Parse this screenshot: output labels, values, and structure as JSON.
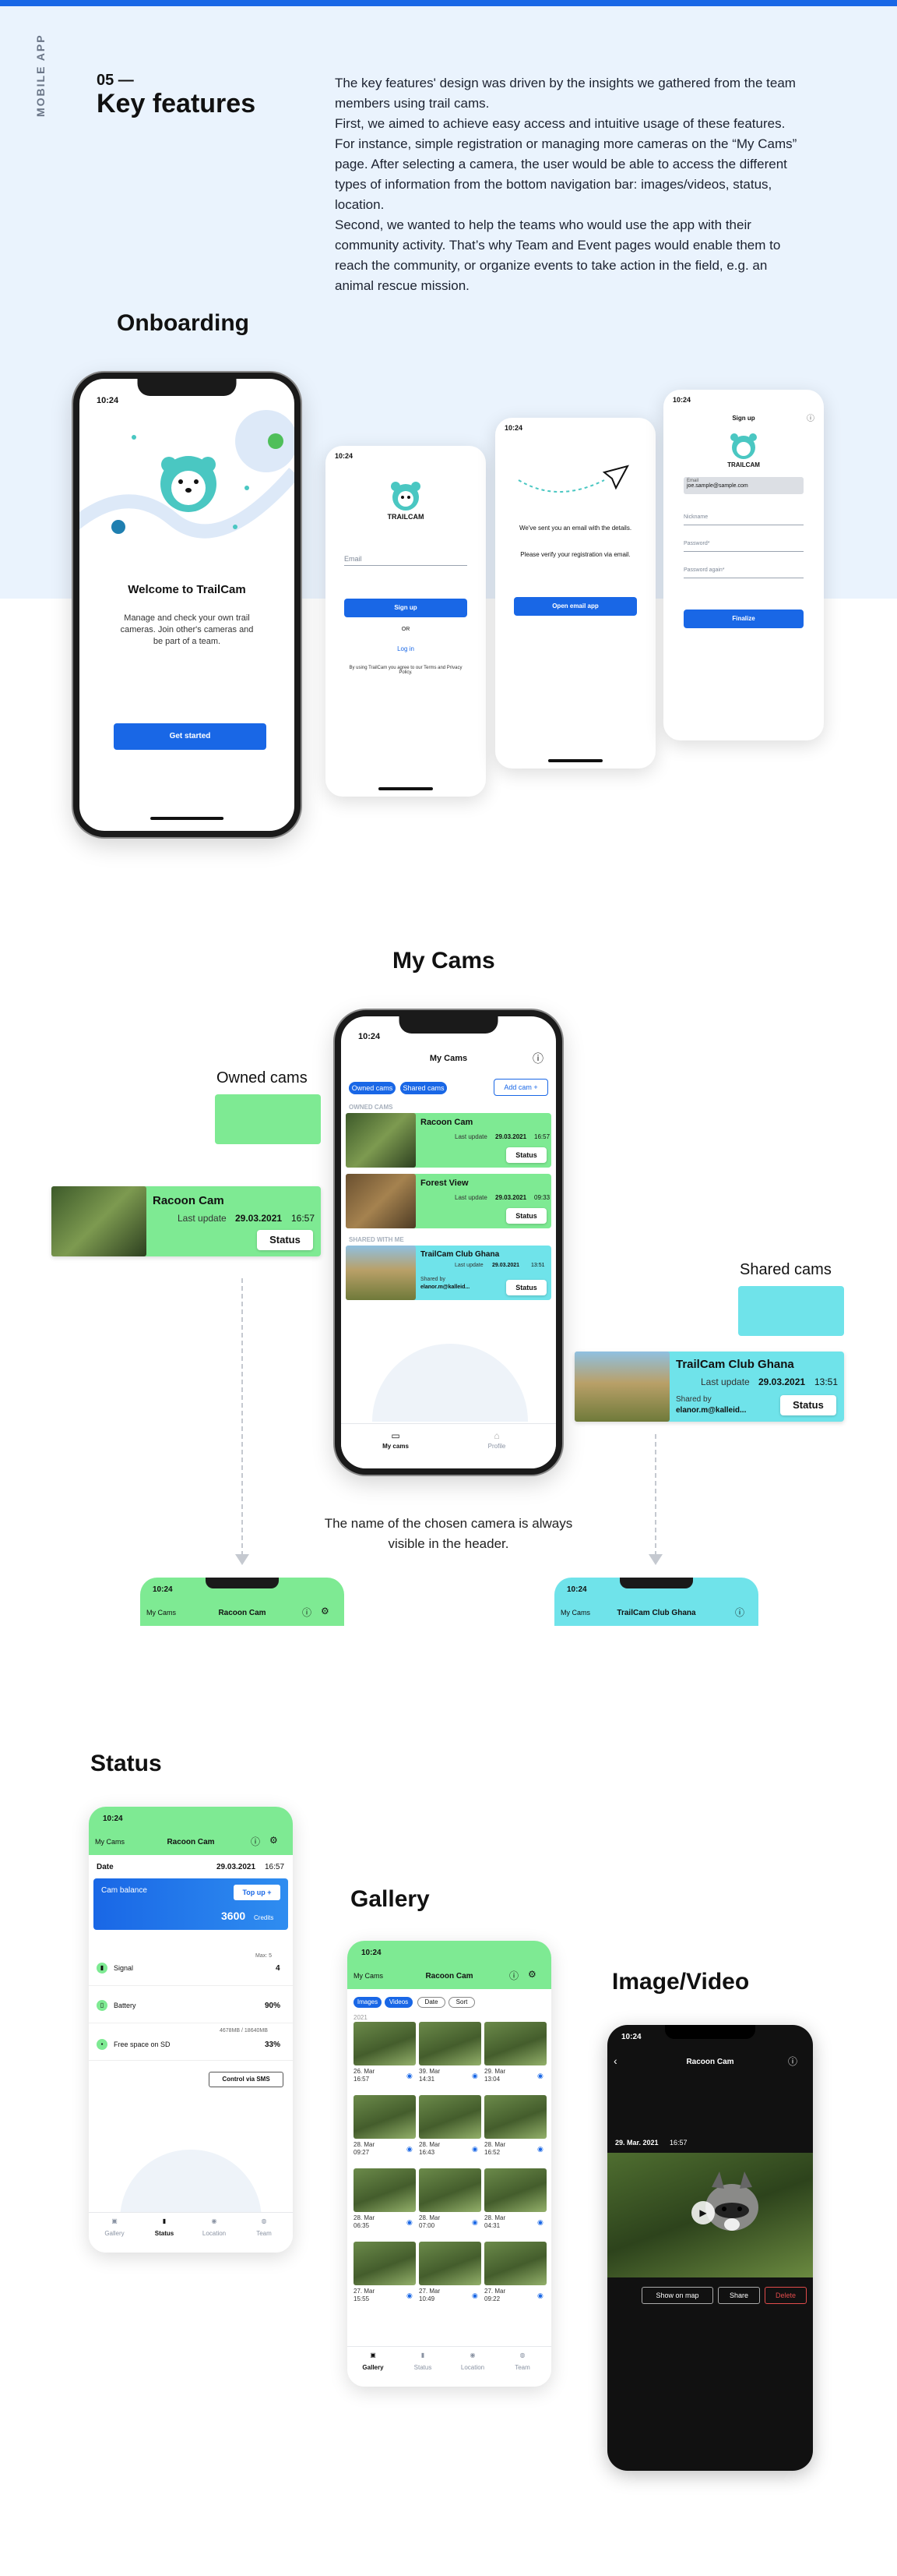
{
  "header": {
    "vertical_label": "MOBILE APP",
    "section_number": "05 —",
    "section_title": "Key features",
    "intro": "The key features' design was driven by the insights we gathered from the team members using trail cams.\nFirst, we aimed to achieve easy access and intuitive usage of these features. For instance, simple registration or managing more cameras on the “My Cams” page. After selecting a camera, the user would be able to access the different types of information from the bottom navigation bar: images/videos, status, location.\nSecond, we wanted to help the teams who would use the app with their community activity. That’s why Team and Event pages would enable them to reach the community, or organize events to take action in the field, e.g. an animal rescue mission."
  },
  "onboarding": {
    "title": "Onboarding",
    "time": "10:24",
    "welcome_title": "Welcome to TrailCam",
    "welcome_text": "Manage and check your own trail cameras. Join other's cameras and be part of a team.",
    "get_started": "Get started",
    "logo_text": "TRAILCAM",
    "email_placeholder": "Email",
    "signup": "Sign up",
    "or": "OR",
    "login": "Log in",
    "terms": "By using TrailCam you agree to our Terms and Privacy Policy.",
    "sent_text": "We've sent you an email with the details.",
    "verify_text": "Please verify your registration via email.",
    "open_email": "Open email app",
    "signup_title": "Sign up",
    "email_label": "Email",
    "email_value": "joe.sample@sample.com",
    "nickname": "Nickname",
    "password": "Password*",
    "password_again": "Password again*",
    "finalize": "Finalize"
  },
  "mycams": {
    "title": "My Cams",
    "time": "10:24",
    "screen_title": "My Cams",
    "owned_tab": "Owned cams",
    "shared_tab": "Shared cams",
    "add_cam": "Add cam +",
    "owned_header": "OWNED CAMS",
    "shared_header": "SHARED WITH ME",
    "cams": [
      {
        "name": "Racoon Cam",
        "label": "Last update",
        "date": "29.03.2021",
        "time": "16:57",
        "btn": "Status"
      },
      {
        "name": "Forest View",
        "label": "Last update",
        "date": "29.03.2021",
        "time": "09:33",
        "btn": "Status"
      },
      {
        "name": "TrailCam Club Ghana",
        "label": "Last update",
        "date": "29.03.2021",
        "time": "13:51",
        "shared": "Shared by",
        "shared_by": "elanor.m@kalleid...",
        "btn": "Status"
      }
    ],
    "nav": [
      "My cams",
      "Profile"
    ],
    "owned_label": "Owned cams",
    "shared_label": "Shared cams",
    "zoom_owned": {
      "name": "Racoon Cam",
      "label": "Last update",
      "date": "29.03.2021",
      "time": "16:57",
      "btn": "Status"
    },
    "zoom_shared": {
      "name": "TrailCam Club Ghana",
      "label": "Last update",
      "date": "29.03.2021",
      "time": "13:51",
      "shared": "Shared by",
      "shared_by": "elanor.m@kalleid...",
      "btn": "Status"
    },
    "caption": "The name of the chosen camera is always visible in the header.",
    "header_left": {
      "time": "10:24",
      "back": "My Cams",
      "title": "Racoon Cam"
    },
    "header_right": {
      "time": "10:24",
      "back": "My Cams",
      "title": "TrailCam Club Ghana"
    }
  },
  "status": {
    "title": "Status",
    "time": "10:24",
    "back": "My Cams",
    "screen_title": "Racoon Cam",
    "date_label": "Date",
    "date": "29.03.2021",
    "clock": "16:57",
    "balance_label": "Cam balance",
    "topup": "Top up +",
    "credits": "3600",
    "credits_label": "Credits",
    "rows": [
      {
        "label": "Signal",
        "top": "Max: 5",
        "value": "4"
      },
      {
        "label": "Battery",
        "value": "90%"
      },
      {
        "label": "Free space on SD",
        "top": "4678MB / 18640MB",
        "value": "33%"
      }
    ],
    "sms": "Control via SMS",
    "nav": [
      "Gallery",
      "Status",
      "Location",
      "Team"
    ]
  },
  "gallery": {
    "title": "Gallery",
    "time": "10:24",
    "back": "My Cams",
    "screen_title": "Racoon Cam",
    "filters": [
      "Images",
      "Videos",
      "Date",
      "Sort"
    ],
    "year": "2021",
    "items": [
      [
        "26. Mar",
        "16:57"
      ],
      [
        "39. Mar",
        "14:31"
      ],
      [
        "29. Mar",
        "13:04"
      ],
      [
        "28. Mar",
        "09:27"
      ],
      [
        "28. Mar",
        "16:43"
      ],
      [
        "28. Mar",
        "16:52"
      ],
      [
        "28. Mar",
        "06:35"
      ],
      [
        "28. Mar",
        "07:00"
      ],
      [
        "28. Mar",
        "04:31"
      ],
      [
        "27. Mar",
        "15:55"
      ],
      [
        "27. Mar",
        "10:49"
      ],
      [
        "27. Mar",
        "09:22"
      ]
    ],
    "nav": [
      "Gallery",
      "Status",
      "Location",
      "Team"
    ]
  },
  "imagevideo": {
    "title": "Image/Video",
    "time": "10:24",
    "screen_title": "Racoon Cam",
    "date": "29. Mar. 2021",
    "clock": "16:57",
    "show_map": "Show on map",
    "share": "Share",
    "delete": "Delete"
  },
  "colors": {
    "primary": "#1967e6",
    "green": "#7eea93",
    "cyan": "#6fe3ea",
    "hero_bg": "#eaf3fd"
  }
}
